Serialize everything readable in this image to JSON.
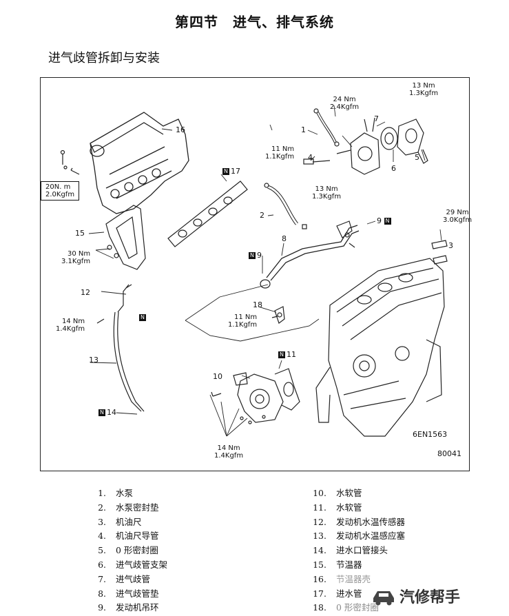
{
  "header": {
    "section_title": "第四节　进气、排气系统",
    "subtitle": "进气歧管拆卸与安装"
  },
  "figure": {
    "labels": {
      "c1": "1",
      "c2": "2",
      "c3": "3",
      "c4": "4",
      "c5": "5",
      "c6": "6",
      "c7": "7",
      "c8": "8",
      "c9": "9",
      "c10": "10",
      "c11": "11",
      "c12": "12",
      "c13": "13",
      "c14": "14",
      "c15": "15",
      "c16": "16",
      "c17": "17",
      "c18": "18",
      "t_20nm": "20N. m\n2.0Kgfm",
      "t_24nm": "24 Nm\n2.4Kgfm",
      "t_13nm_top": "13 Nm\n1.3Kgfm",
      "t_11nm_a": "11 Nm\n1.1Kgfm",
      "t_13nm_mid": "13 Nm\n1.3Kgfm",
      "t_29nm": "29 Nm\n3.0Kgfm",
      "t_30nm": "30 Nm\n3.1Kgfm",
      "t_14nm_a": "14 Nm\n1.4Kgfm",
      "t_11nm_b": "11 Nm\n1.1Kgfm",
      "t_14nm_b": "14 Nm\n1.4Kgfm",
      "fig_code": "6EN1563",
      "fig_num": "80041",
      "n_symbol": "N"
    }
  },
  "parts_left": [
    {
      "num": "1.",
      "name": "水泵"
    },
    {
      "num": "2.",
      "name": "水泵密封垫"
    },
    {
      "num": "3.",
      "name": "机油尺"
    },
    {
      "num": "4.",
      "name": "机油尺导管"
    },
    {
      "num": "5.",
      "name": "0 形密封圈"
    },
    {
      "num": "6.",
      "name": "进气歧管支架"
    },
    {
      "num": "7.",
      "name": "进气歧管"
    },
    {
      "num": "8.",
      "name": "进气歧管垫"
    },
    {
      "num": "9.",
      "name": "发动机吊环"
    }
  ],
  "parts_right": [
    {
      "num": "10.",
      "name": "水软管"
    },
    {
      "num": "11.",
      "name": "水软管"
    },
    {
      "num": "12.",
      "name": "发动机水温传感器"
    },
    {
      "num": "13.",
      "name": "发动机水温感应塞"
    },
    {
      "num": "14.",
      "name": "进水口管接头"
    },
    {
      "num": "15.",
      "name": "节温器"
    },
    {
      "num": "16.",
      "name": "节温器壳"
    },
    {
      "num": "17.",
      "name": "进水管"
    },
    {
      "num": "18.",
      "name": "0 形密封圈"
    }
  ],
  "watermark": {
    "text": "汽修帮手"
  }
}
